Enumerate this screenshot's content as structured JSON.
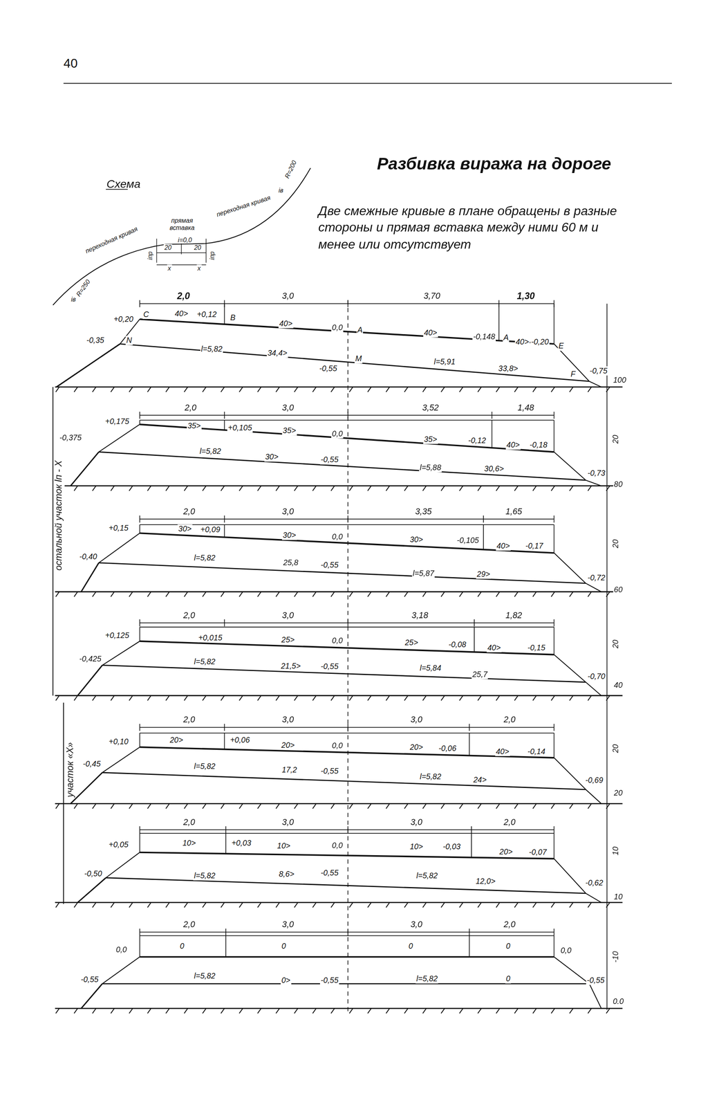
{
  "diagram": {
    "title": "Разбивка виража на дороге",
    "labels": [
      "40",
      "Схема",
      "Две смежные кривые в плане обращены в разные стороны и прямая вставка между ними 60 м и менее или отсутствует",
      "прямая вставка",
      "переходная кривая",
      "переходная кривая",
      "R=250",
      "R=200",
      "iв",
      "iв",
      "iпр",
      "iпр",
      "20",
      "i=0,0",
      "20",
      "x",
      "x",
      "остальной участок lп - X",
      "участок «X»",
      "2,0",
      "3,0",
      "3,70",
      "1,30",
      "+0,20",
      "C",
      "40>",
      "+0,12",
      "B",
      "40>",
      "0,0",
      "A",
      "40>",
      "-0,148",
      "A",
      "40>",
      "-0,20",
      "E",
      "-0,35",
      "N",
      "l=5,82",
      "34,4>",
      "M",
      "-0,55",
      "l=5,91",
      "33,8>",
      "F",
      "-0,75",
      "100",
      "2,0",
      "3,0",
      "3,52",
      "1,48",
      "+0,175",
      "35>",
      "+0,105",
      "35>",
      "0,0",
      "35>",
      "-0,12",
      "40>",
      "-0,18",
      "-0,375",
      "l=5,82",
      "30>",
      "-0,55",
      "l=5,88",
      "30,6>",
      "-0,73",
      "20",
      "80",
      "2,0",
      "3,0",
      "3,35",
      "1,65",
      "+0,15",
      "30>",
      "+0,09",
      "30>",
      "0,0",
      "30>",
      "-0,105",
      "40>",
      "-0,17",
      "-0,40",
      "l=5,82",
      "25,8",
      "-0,55",
      "l=5,87",
      "29>",
      "-0,72",
      "20",
      "60",
      "2,0",
      "3,0",
      "3,18",
      "1,82",
      "+0,125",
      "+0,015",
      "25>",
      "0,0",
      "25>",
      "-0,08",
      "40>",
      "-0,15",
      "-0,425",
      "l=5,82",
      "21,5>",
      "-0,55",
      "l=5,84",
      "25,7",
      "-0,70",
      "20",
      "40",
      "2,0",
      "3,0",
      "3,0",
      "2,0",
      "+0,10",
      "20>",
      "+0,06",
      "20>",
      "0,0",
      "20>",
      "-0,06",
      "40>",
      "-0,14",
      "-0,45",
      "l=5,82",
      "17,2",
      "-0,55",
      "l=5,82",
      "24>",
      "-0,69",
      "20",
      "20",
      "2,0",
      "3,0",
      "3,0",
      "2,0",
      "+0,05",
      "10>",
      "+0,03",
      "10>",
      "0,0",
      "10>",
      "-0,03",
      "20>",
      "-0,07",
      "-0,50",
      "l=5,82",
      "8,6>",
      "-0,55",
      "l=5,82",
      "12,0>",
      "-0,62",
      "10",
      "10",
      "2,0",
      "3,0",
      "3,0",
      "2,0",
      "0,0",
      "0",
      "0",
      "0",
      "0",
      "0,0",
      "-0,55",
      "l=5,82",
      "0>",
      "-0,55",
      "l=5,82",
      "0",
      "-0,55",
      "-10",
      "0.0"
    ]
  }
}
